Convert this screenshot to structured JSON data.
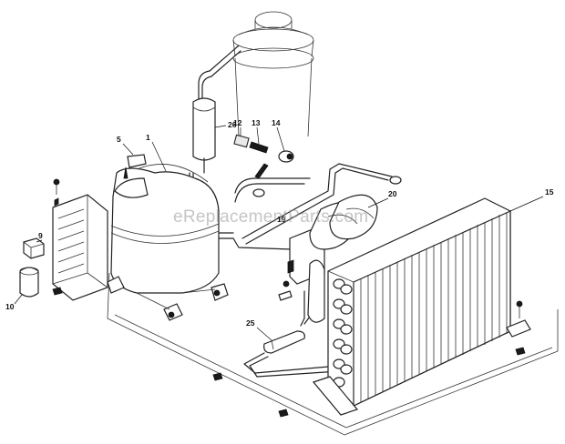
{
  "callouts": {
    "c1": "1",
    "c5": "5",
    "c9": "9",
    "c10": "10",
    "c12": "12",
    "c13": "13",
    "c14": "14",
    "c15": "15",
    "c19": "19",
    "c20": "20",
    "c25": "25",
    "c26": "26"
  },
  "watermark": "eReplacementParts.com"
}
